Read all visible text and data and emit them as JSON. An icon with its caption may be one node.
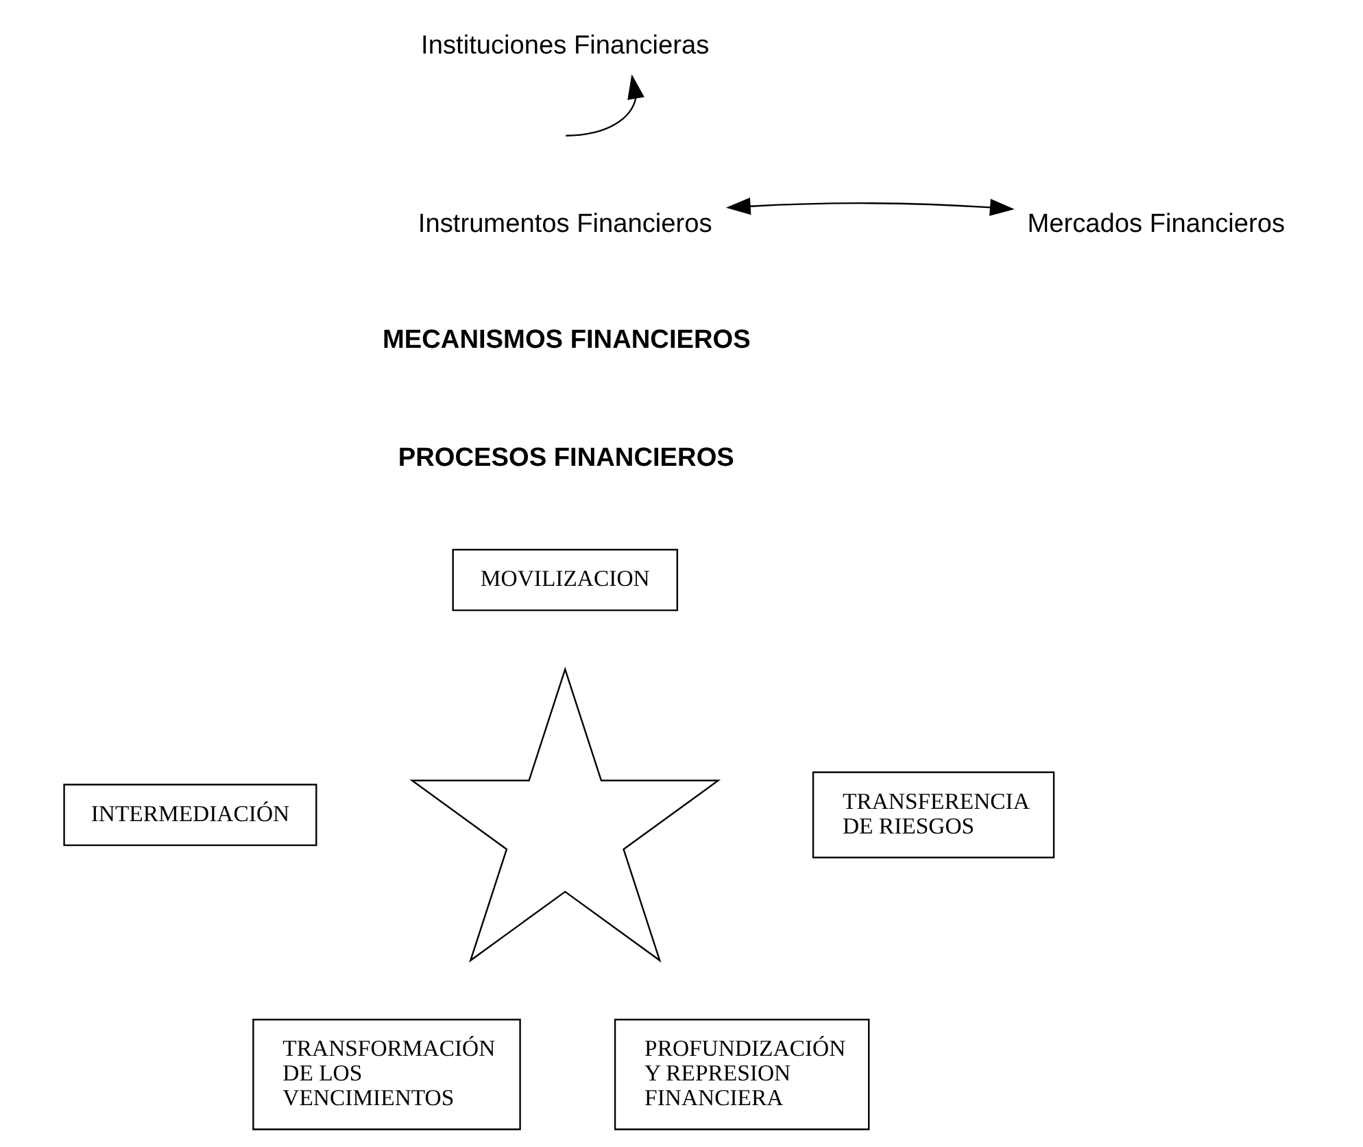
{
  "diagram": {
    "nodes": [
      {
        "text": [
          "Instituciones Financieras"
        ]
      },
      {
        "text": [
          "Instrumentos Financieros"
        ]
      },
      {
        "text": [
          "Mercados Financieros"
        ]
      },
      {
        "text": [
          "MOVILIZACION"
        ]
      },
      {
        "text": [
          "INTERMEDIACIÓN"
        ]
      },
      {
        "text": [
          "TRANSFERENCIA DE RIESGOS"
        ]
      },
      {
        "text": [],
        "shape": "star"
      },
      {
        "text": [
          "TRANSFORMACIÓN DE LOS VENCIMIENTOS"
        ]
      },
      {
        "text": [
          "PROFUNDIZACIÓN Y REPRESION FINANCIERA"
        ]
      }
    ],
    "edges": [
      {
        "from": 1,
        "to": 2,
        "arrow": "both"
      },
      {
        "from": null,
        "to": 0,
        "arrow": "to"
      }
    ],
    "labels": [
      "MECANISMOS FINANCIEROS",
      "PROCESOS FINANCIEROS"
    ]
  }
}
